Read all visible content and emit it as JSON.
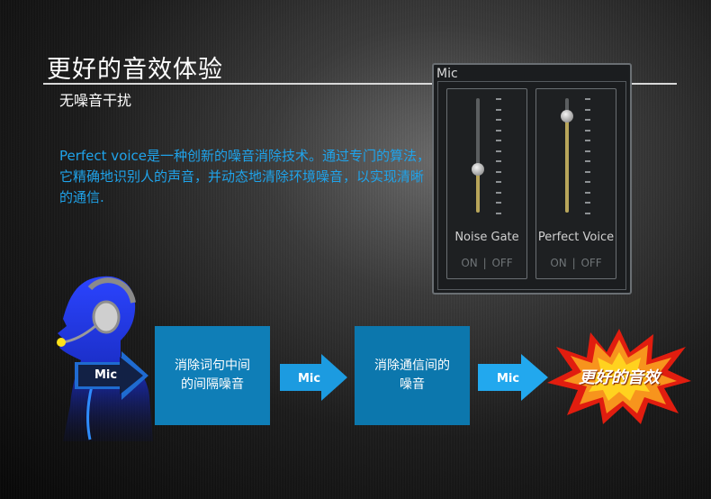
{
  "header": {
    "title": "更好的音效体验",
    "subtitle": "无噪音干扰"
  },
  "description": "Perfect voice是一种创新的噪音消除技术。通过专门的算法，它精确地识别人的声音，并动态地清除环境噪音，以实现清晰的通信.",
  "mic_panel": {
    "label": "Mic",
    "channels": [
      {
        "name": "Noise Gate",
        "on": "ON",
        "separator": "|",
        "off": "OFF",
        "level": 0.38
      },
      {
        "name": "Perfect Voice",
        "on": "ON",
        "separator": "|",
        "off": "OFF",
        "level": 0.84
      }
    ]
  },
  "flow": {
    "steps": [
      {
        "arrow_label": "Mic",
        "box_text": "消除词句中间的间隔噪音"
      },
      {
        "arrow_label": "Mic",
        "box_text": "消除通信间的噪音"
      },
      {
        "arrow_label": "Mic",
        "result_text": "更好的音效"
      }
    ]
  },
  "colors": {
    "accent_blue": "#1fa3ea",
    "box_blue": "#0f7eb7",
    "arrow_blue": "#1c9be0",
    "burst_red": "#e11d0f",
    "burst_orange": "#f7941d"
  }
}
